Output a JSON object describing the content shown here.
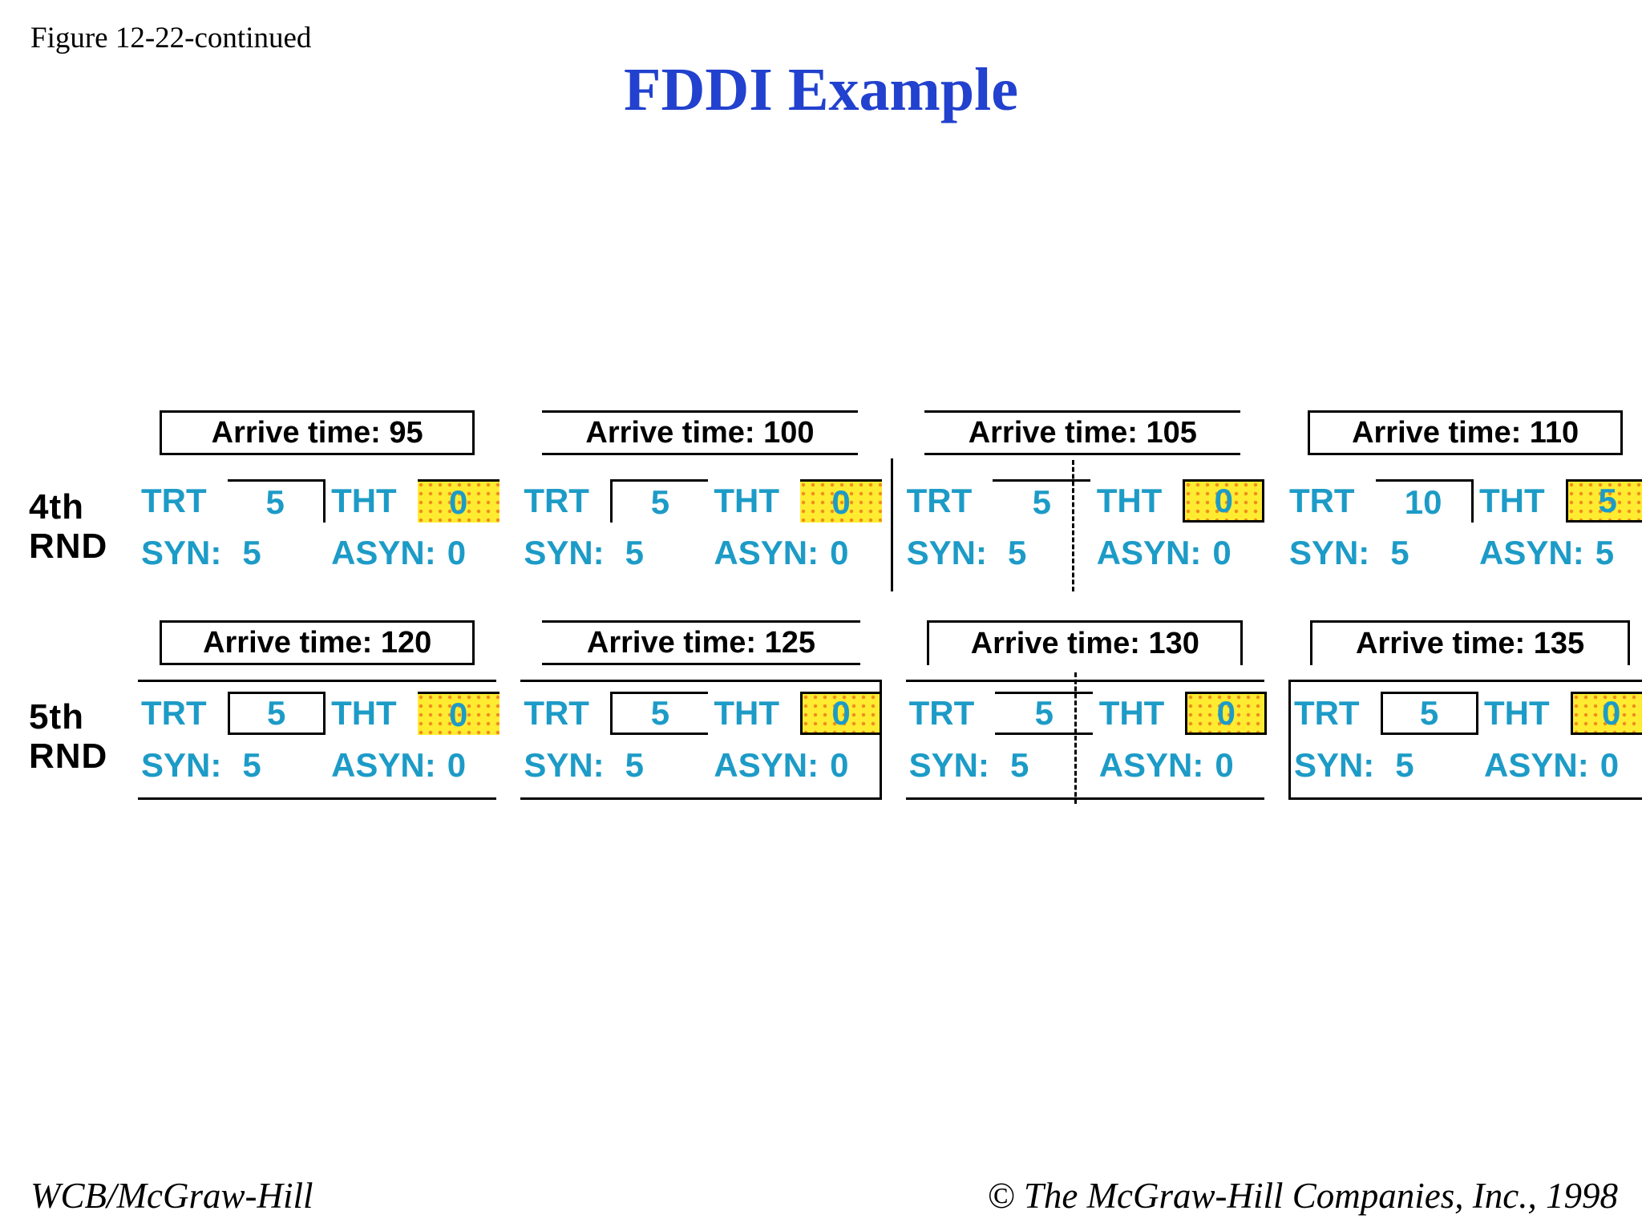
{
  "slide": {
    "figure_label": "Figure 12-22-continued",
    "title": "FDDI Example",
    "footer_left": "WCB/McGraw-Hill",
    "footer_right": "© The McGraw-Hill Companies, Inc., 1998"
  },
  "labels": {
    "trt": "TRT",
    "tht": "THT",
    "syn": "SYN:",
    "asyn": "ASYN:"
  },
  "colors": {
    "title_blue": "#2141ce",
    "station_text_cyan": "#1d9bc7",
    "highlight_yellow": "#ffec31",
    "highlight_dot_orange": "#f08c1e",
    "line_black": "#000000"
  },
  "rounds": [
    {
      "label_line1": "4th",
      "label_line2": "RND",
      "stations": [
        {
          "arrive_label": "Arrive time: 95",
          "trt": "5",
          "tht": "0",
          "syn": "5",
          "asyn": "0"
        },
        {
          "arrive_label": "Arrive time: 100",
          "trt": "5",
          "tht": "0",
          "syn": "5",
          "asyn": "0"
        },
        {
          "arrive_label": "Arrive time: 105",
          "trt": "5",
          "tht": "0",
          "syn": "5",
          "asyn": "0"
        },
        {
          "arrive_label": "Arrive time: 110",
          "trt": "10",
          "tht": "5",
          "syn": "5",
          "asyn": "5"
        }
      ]
    },
    {
      "label_line1": "5th",
      "label_line2": "RND",
      "stations": [
        {
          "arrive_label": "Arrive time: 120",
          "trt": "5",
          "tht": "0",
          "syn": "5",
          "asyn": "0"
        },
        {
          "arrive_label": "Arrive time: 125",
          "trt": "5",
          "tht": "0",
          "syn": "5",
          "asyn": "0"
        },
        {
          "arrive_label": "Arrive time: 130",
          "trt": "5",
          "tht": "0",
          "syn": "5",
          "asyn": "0"
        },
        {
          "arrive_label": "Arrive time: 135",
          "trt": "5",
          "tht": "0",
          "syn": "5",
          "asyn": "0"
        }
      ]
    }
  ]
}
